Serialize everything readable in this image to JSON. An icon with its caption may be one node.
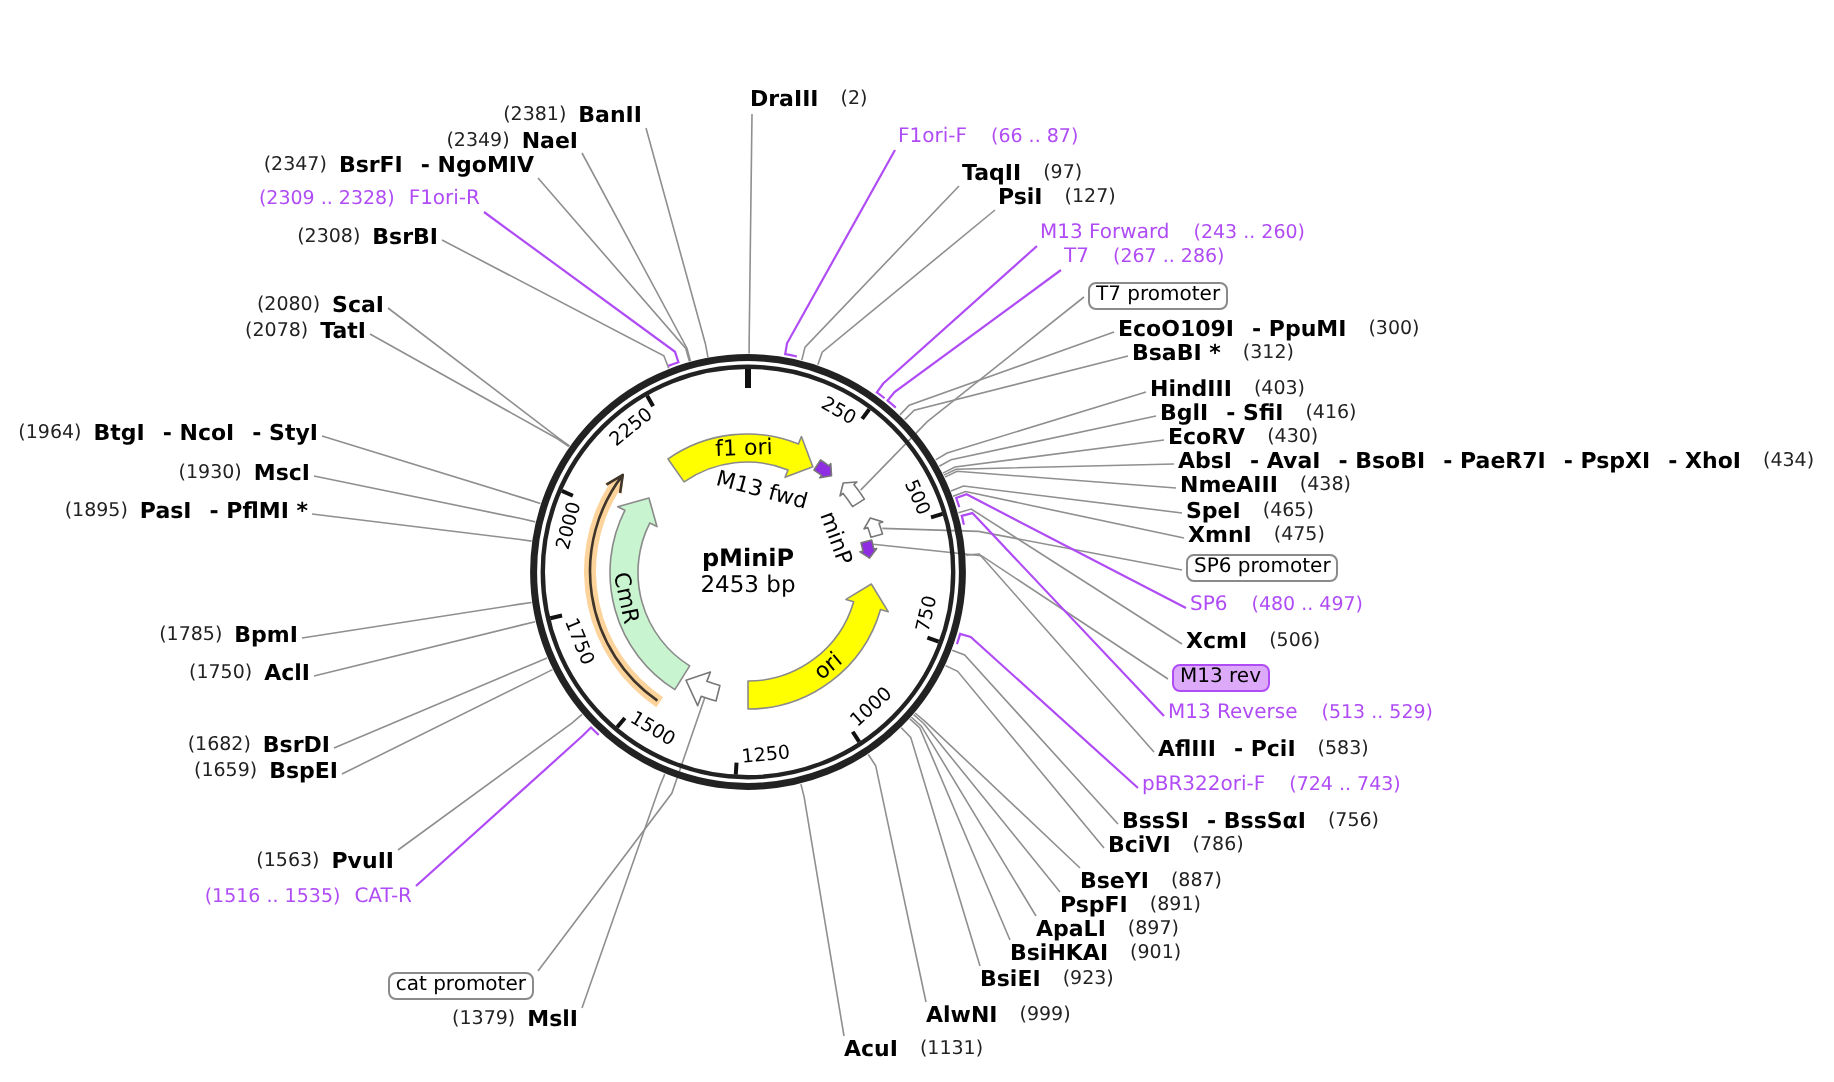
{
  "diagram": {
    "nodes": [
      {
        "text": [
          "pMiniP",
          "2453 bp"
        ]
      },
      {
        "text": [
          "f1 ori"
        ],
        "in": 0
      },
      {
        "text": [],
        "shape": "arc",
        "in": 0,
        "beside": [
          "M13 fwd"
        ]
      },
      {
        "text": [],
        "shape": "arc",
        "in": 0
      },
      {
        "text": [],
        "shape": "arc",
        "in": 0,
        "beside": [
          "minP"
        ]
      },
      {
        "text": [],
        "shape": "arc",
        "in": 0
      },
      {
        "text": [
          "ori"
        ],
        "in": 0
      },
      {
        "text": [],
        "shape": "arc",
        "in": 0
      },
      {
        "text": [
          "CmR"
        ],
        "in": 0
      },
      {
        "text": [],
        "shape": "arc",
        "in": 0
      },
      {
        "text": [
          "DraIII",
          "(2)"
        ]
      },
      {
        "text": [
          "F1ori-F",
          "(66 .. 87)"
        ]
      },
      {
        "text": [
          "TaqII",
          "(97)"
        ]
      },
      {
        "text": [
          "PsiI",
          "(127)"
        ]
      },
      {
        "text": [
          "M13 Forward",
          "(243 .. 260)"
        ]
      },
      {
        "text": [
          "T7",
          "(267 .. 286)"
        ]
      },
      {
        "text": [
          "T7 promoter"
        ]
      },
      {
        "text": [
          "EcoO109I",
          "- PpuMI",
          "(300)"
        ]
      },
      {
        "text": [
          "BsaBI *",
          "(312)"
        ]
      },
      {
        "text": [
          "HindIII",
          "(403)"
        ]
      },
      {
        "text": [
          "BglI",
          "- SfiI",
          "(416)"
        ]
      },
      {
        "text": [
          "EcoRV",
          "(430)"
        ]
      },
      {
        "text": [
          "AbsI",
          "- AvaI",
          "- BsoBI",
          "- PaeR7I",
          "- PspXI",
          "- XhoI",
          "(434)"
        ]
      },
      {
        "text": [
          "NmeAIII",
          "(438)"
        ]
      },
      {
        "text": [
          "SpeI",
          "(465)"
        ]
      },
      {
        "text": [
          "XmnI",
          "(475)"
        ]
      },
      {
        "text": [
          "SP6 promoter"
        ]
      },
      {
        "text": [
          "SP6",
          "(480 .. 497)"
        ]
      },
      {
        "text": [
          "XcmI",
          "(506)"
        ]
      },
      {
        "text": [
          "M13 rev"
        ]
      },
      {
        "text": [
          "M13 Reverse",
          "(513 .. 529)"
        ]
      },
      {
        "text": [
          "AflIII",
          "- PciI",
          "(583)"
        ]
      },
      {
        "text": [
          "pBR322ori-F",
          "(724 .. 743)"
        ]
      },
      {
        "text": [
          "BssSI",
          "- BssSαI",
          "(756)"
        ]
      },
      {
        "text": [
          "BciVI",
          "(786)"
        ]
      },
      {
        "text": [
          "BseYI",
          "(887)"
        ]
      },
      {
        "text": [
          "PspFI",
          "(891)"
        ]
      },
      {
        "text": [
          "ApaLI",
          "(897)"
        ]
      },
      {
        "text": [
          "BsiHKAI",
          "(901)"
        ]
      },
      {
        "text": [
          "BsiEI",
          "(923)"
        ]
      },
      {
        "text": [
          "AlwNI",
          "(999)"
        ]
      },
      {
        "text": [
          "AcuI",
          "(1131)"
        ]
      },
      {
        "text": [
          "(1379)",
          "MslI"
        ]
      },
      {
        "text": [
          "cat promoter"
        ]
      },
      {
        "text": [
          "(1516 .. 1535)",
          "CAT-R"
        ]
      },
      {
        "text": [
          "(1563)",
          "PvuII"
        ]
      },
      {
        "text": [
          "(1659)",
          "BspEI"
        ]
      },
      {
        "text": [
          "(1682)",
          "BsrDI"
        ]
      },
      {
        "text": [
          "(1750)",
          "AclI"
        ]
      },
      {
        "text": [
          "(1785)",
          "BpmI"
        ]
      },
      {
        "text": [
          "(1895)",
          "PasI",
          "- PflMI *"
        ]
      },
      {
        "text": [
          "(1930)",
          "MscI"
        ]
      },
      {
        "text": [
          "(1964)",
          "BtgI",
          "- NcoI",
          "- StyI"
        ]
      },
      {
        "text": [
          "(2078)",
          "TatI"
        ]
      },
      {
        "text": [
          "(2080)",
          "ScaI"
        ]
      },
      {
        "text": [
          "(2308)",
          "BsrBI"
        ]
      },
      {
        "text": [
          "(2309 .. 2328)",
          "F1ori-R"
        ]
      },
      {
        "text": [
          "(2347)",
          "BsrFI",
          "- NgoMIV"
        ]
      },
      {
        "text": [
          "(2349)",
          "NaeI"
        ]
      },
      {
        "text": [
          "(2381)",
          "BanII"
        ]
      }
    ],
    "edges": [
      {
        "from": 10,
        "to": 0,
        "arrow": "none"
      },
      {
        "from": 11,
        "to": 0,
        "arrow": "none",
        "color": "#b04cf5"
      },
      {
        "from": 12,
        "to": 0,
        "arrow": "none"
      },
      {
        "from": 13,
        "to": 0,
        "arrow": "none"
      },
      {
        "from": 14,
        "to": 0,
        "arrow": "none",
        "color": "#b04cf5"
      },
      {
        "from": 15,
        "to": 0,
        "arrow": "none",
        "color": "#b04cf5"
      },
      {
        "from": 16,
        "to": 3,
        "arrow": "none"
      },
      {
        "from": 17,
        "to": 0,
        "arrow": "none"
      },
      {
        "from": 18,
        "to": 0,
        "arrow": "none"
      },
      {
        "from": 19,
        "to": 0,
        "arrow": "none"
      },
      {
        "from": 20,
        "to": 0,
        "arrow": "none"
      },
      {
        "from": 21,
        "to": 0,
        "arrow": "none"
      },
      {
        "from": 22,
        "to": 0,
        "arrow": "none"
      },
      {
        "from": 23,
        "to": 0,
        "arrow": "none"
      },
      {
        "from": 24,
        "to": 0,
        "arrow": "none"
      },
      {
        "from": 25,
        "to": 0,
        "arrow": "none"
      },
      {
        "from": 26,
        "to": 4,
        "arrow": "none"
      },
      {
        "from": 27,
        "to": 0,
        "arrow": "none",
        "color": "#b04cf5"
      },
      {
        "from": 28,
        "to": 0,
        "arrow": "none"
      },
      {
        "from": 29,
        "to": 5,
        "arrow": "none"
      },
      {
        "from": 30,
        "to": 0,
        "arrow": "none",
        "color": "#b04cf5"
      },
      {
        "from": 31,
        "to": 0,
        "arrow": "none"
      },
      {
        "from": 32,
        "to": 0,
        "arrow": "none",
        "color": "#b04cf5"
      },
      {
        "from": 33,
        "to": 0,
        "arrow": "none"
      },
      {
        "from": 34,
        "to": 0,
        "arrow": "none"
      },
      {
        "from": 35,
        "to": 0,
        "arrow": "none"
      },
      {
        "from": 36,
        "to": 0,
        "arrow": "none"
      },
      {
        "from": 37,
        "to": 0,
        "arrow": "none"
      },
      {
        "from": 38,
        "to": 0,
        "arrow": "none"
      },
      {
        "from": 39,
        "to": 0,
        "arrow": "none"
      },
      {
        "from": 40,
        "to": 0,
        "arrow": "none"
      },
      {
        "from": 41,
        "to": 0,
        "arrow": "none"
      },
      {
        "from": 42,
        "to": 0,
        "arrow": "none"
      },
      {
        "from": 43,
        "to": 7,
        "arrow": "none"
      },
      {
        "from": 44,
        "to": 0,
        "arrow": "none",
        "color": "#b04cf5"
      },
      {
        "from": 45,
        "to": 0,
        "arrow": "none"
      },
      {
        "from": 46,
        "to": 0,
        "arrow": "none"
      },
      {
        "from": 47,
        "to": 0,
        "arrow": "none"
      },
      {
        "from": 48,
        "to": 0,
        "arrow": "none"
      },
      {
        "from": 49,
        "to": 0,
        "arrow": "none"
      },
      {
        "from": 50,
        "to": 0,
        "arrow": "none"
      },
      {
        "from": 51,
        "to": 0,
        "arrow": "none"
      },
      {
        "from": 52,
        "to": 0,
        "arrow": "none"
      },
      {
        "from": 53,
        "to": 0,
        "arrow": "none"
      },
      {
        "from": 54,
        "to": 0,
        "arrow": "none"
      },
      {
        "from": 55,
        "to": 0,
        "arrow": "none"
      },
      {
        "from": 56,
        "to": 0,
        "arrow": "none",
        "color": "#b04cf5"
      },
      {
        "from": 57,
        "to": 0,
        "arrow": "none"
      },
      {
        "from": 58,
        "to": 0,
        "arrow": "none"
      },
      {
        "from": 59,
        "to": 0,
        "arrow": "none"
      }
    ],
    "labels": [
      "250",
      "500",
      "750",
      "1000",
      "1250",
      "1500",
      "1750",
      "2000",
      "2250"
    ]
  }
}
